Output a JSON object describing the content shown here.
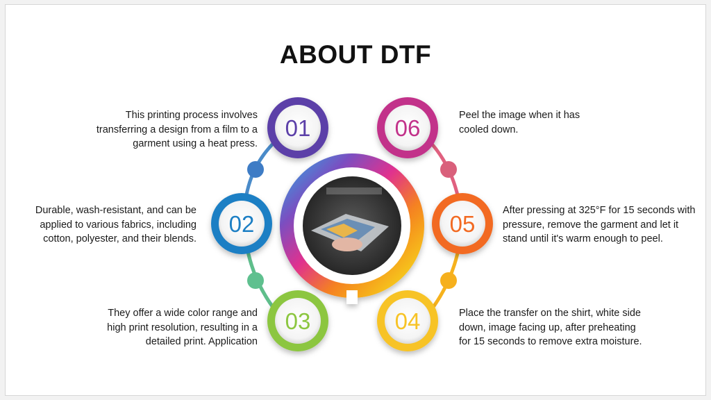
{
  "title": "ABOUT DTF",
  "steps": [
    {
      "num": "01",
      "color": "#5b3fa8",
      "text": "This printing process involves\ntransferring a design from a film to a\ngarment using a heat press."
    },
    {
      "num": "02",
      "color": "#1f7fc4",
      "text": "Durable, wash-resistant, and can be\napplied to various fabrics, including\ncotton, polyester, and their blends."
    },
    {
      "num": "03",
      "color": "#8cc63f",
      "text": "They offer a wide color range and\nhigh print resolution, resulting in a\ndetailed print. Application"
    },
    {
      "num": "04",
      "color": "#f7c325",
      "text": "Place the transfer on the shirt, white side\ndown, image facing up, after preheating\nfor 15 seconds to remove extra moisture."
    },
    {
      "num": "05",
      "color": "#f26a21",
      "text": "After pressing at 325°F for 15 seconds with\npressure, remove the garment and let it\nstand until it's warm enough to peel."
    },
    {
      "num": "06",
      "color": "#c2308a",
      "text": "Peel the image when it has\ncooled down."
    }
  ],
  "center_image": "dtf-heat-press-photo"
}
